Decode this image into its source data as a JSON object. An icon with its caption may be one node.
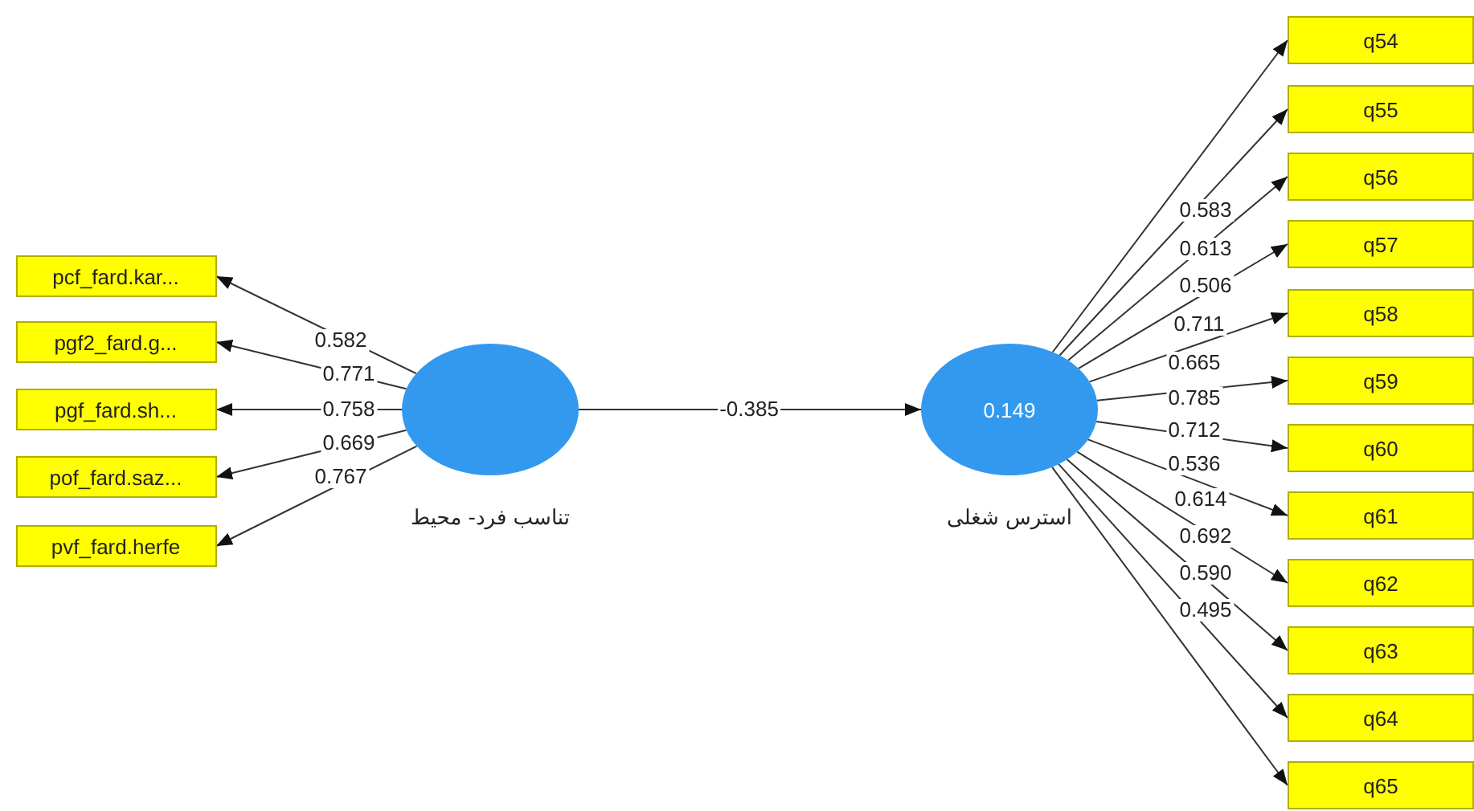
{
  "diagram": {
    "nodes": [
      {
        "text": [],
        "shape": "circle",
        "beside": [
          "تناسب فرد- محیط"
        ]
      },
      {
        "text": [
          "0.149"
        ],
        "beside": [
          "استرس شغلی"
        ]
      },
      {
        "text": [
          "pcf_fard.kar..."
        ]
      },
      {
        "text": [
          "pgf2_fard.g..."
        ]
      },
      {
        "text": [
          "pgf_fard.sh..."
        ]
      },
      {
        "text": [
          "pof_fard.saz..."
        ]
      },
      {
        "text": [
          "pvf_fard.herfe"
        ]
      },
      {
        "text": [
          "q54"
        ]
      },
      {
        "text": [
          "q55"
        ]
      },
      {
        "text": [
          "q56"
        ]
      },
      {
        "text": [
          "q57"
        ]
      },
      {
        "text": [
          "q58"
        ]
      },
      {
        "text": [
          "q59"
        ]
      },
      {
        "text": [
          "q60"
        ]
      },
      {
        "text": [
          "q61"
        ]
      },
      {
        "text": [
          "q62"
        ]
      },
      {
        "text": [
          "q63"
        ]
      },
      {
        "text": [
          "q64"
        ]
      },
      {
        "text": [
          "q65"
        ]
      }
    ],
    "edges": [
      {
        "from": 0,
        "to": 2,
        "arrow": "to",
        "label": "0.582"
      },
      {
        "from": 0,
        "to": 3,
        "arrow": "to",
        "label": "0.771"
      },
      {
        "from": 0,
        "to": 4,
        "arrow": "to",
        "label": "0.758"
      },
      {
        "from": 0,
        "to": 5,
        "arrow": "to",
        "label": "0.669"
      },
      {
        "from": 0,
        "to": 6,
        "arrow": "to",
        "label": "0.767"
      },
      {
        "from": 0,
        "to": 1,
        "arrow": "to",
        "label": "-0.385"
      },
      {
        "from": 1,
        "to": 7,
        "arrow": "to",
        "label": "0.583"
      },
      {
        "from": 1,
        "to": 8,
        "arrow": "to",
        "label": "0.613"
      },
      {
        "from": 1,
        "to": 9,
        "arrow": "to",
        "label": "0.506"
      },
      {
        "from": 1,
        "to": 10,
        "arrow": "to",
        "label": "0.711"
      },
      {
        "from": 1,
        "to": 11,
        "arrow": "to",
        "label": "0.665"
      },
      {
        "from": 1,
        "to": 12,
        "arrow": "to",
        "label": "0.785"
      },
      {
        "from": 1,
        "to": 13,
        "arrow": "to",
        "label": "0.712"
      },
      {
        "from": 1,
        "to": 14,
        "arrow": "to",
        "label": "0.536"
      },
      {
        "from": 1,
        "to": 15,
        "arrow": "to",
        "label": "0.614"
      },
      {
        "from": 1,
        "to": 16,
        "arrow": "to",
        "label": "0.692"
      },
      {
        "from": 1,
        "to": 17,
        "arrow": "to",
        "label": "0.590"
      },
      {
        "from": 1,
        "to": 18,
        "arrow": "to",
        "label": "0.495"
      }
    ]
  }
}
